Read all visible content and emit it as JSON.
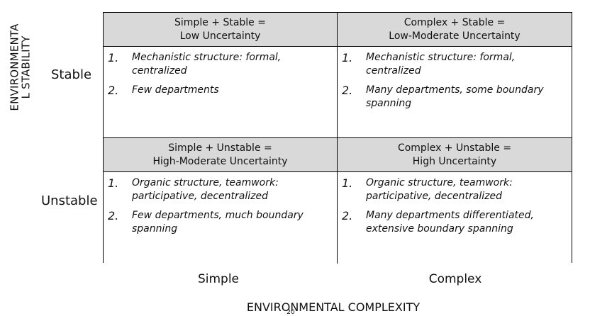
{
  "axes": {
    "y_title": "ENVIRONMENTA\nL STABILITY",
    "x_title": "ENVIRONMENTAL COMPLEXITY",
    "row_labels": [
      "Stable",
      "Unstable"
    ],
    "column_labels": [
      "Simple",
      "Complex"
    ]
  },
  "quadrants": [
    {
      "header_line1": "Simple + Stable =",
      "header_line2": "Low Uncertainty",
      "items": [
        {
          "number": "1.",
          "text": "Mechanistic structure: formal,\ncentralized"
        },
        {
          "number": "2.",
          "text": "Few departments"
        }
      ]
    },
    {
      "header_line1": "Complex + Stable =",
      "header_line2": "Low-Moderate Uncertainty",
      "items": [
        {
          "number": "1.",
          "text": "Mechanistic structure: formal,\ncentralized"
        },
        {
          "number": "2.",
          "text": "Many departments, some boundary\nspanning"
        }
      ]
    },
    {
      "header_line1": "Simple + Unstable =",
      "header_line2": "High-Moderate Uncertainty",
      "items": [
        {
          "number": "1.",
          "text": "Organic structure, teamwork:\nparticipative, decentralized"
        },
        {
          "number": "2.",
          "text": "Few departments, much boundary\nspanning"
        }
      ]
    },
    {
      "header_line1": "Complex + Unstable =",
      "header_line2": "High Uncertainty",
      "items": [
        {
          "number": "1.",
          "text": "Organic structure, teamwork:\nparticipative, decentralized"
        },
        {
          "number": "2.",
          "text": "Many departments differentiated,\nextensive boundary spanning"
        }
      ]
    }
  ],
  "page": {
    "number": "20"
  }
}
